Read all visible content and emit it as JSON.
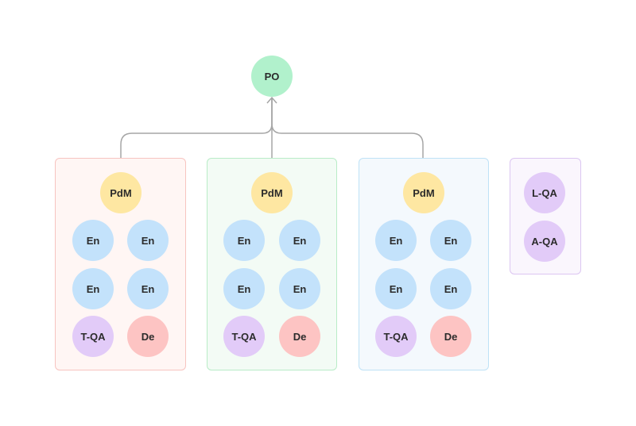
{
  "colors": {
    "connector": "#a6a6a6",
    "po": "#b1f1cc",
    "pdm": "#fee7a2",
    "engineer": "#c3e2fb",
    "qa": "#e2cbf8",
    "designer": "#fdc4c3"
  },
  "po": {
    "label": "PO"
  },
  "teams": [
    {
      "border": "#f7c4c0",
      "fill": "#fff6f4",
      "pdm": "PdM",
      "engineers": [
        "En",
        "En",
        "En",
        "En"
      ],
      "qa": "T-QA",
      "designer": "De"
    },
    {
      "border": "#b9ecc7",
      "fill": "#f3fbf5",
      "pdm": "PdM",
      "engineers": [
        "En",
        "En",
        "En",
        "En"
      ],
      "qa": "T-QA",
      "designer": "De"
    },
    {
      "border": "#bfe2f6",
      "fill": "#f4f9fd",
      "pdm": "PdM",
      "engineers": [
        "En",
        "En",
        "En",
        "En"
      ],
      "qa": "T-QA",
      "designer": "De"
    }
  ],
  "qa_group": {
    "border": "#dcc6f2",
    "fill": "#faf6fd",
    "members": [
      "L-QA",
      "A-QA"
    ]
  }
}
